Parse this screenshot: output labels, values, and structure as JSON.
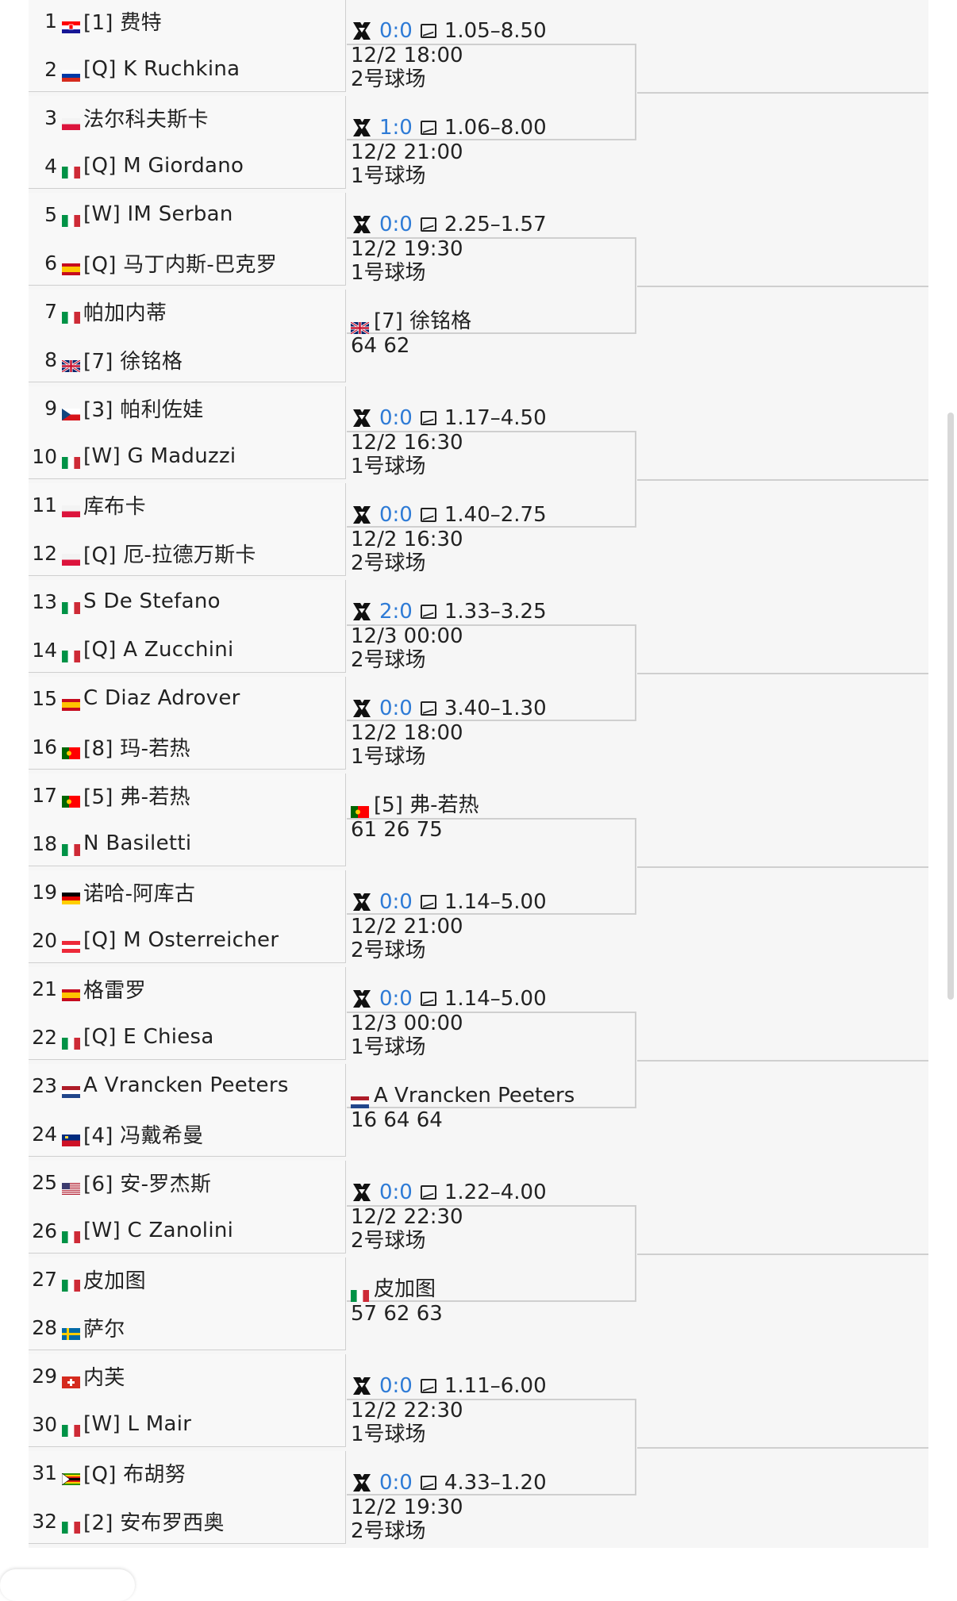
{
  "colors": {
    "score_blue": "#2e7bd6",
    "border": "#cfcfcf",
    "band": "#f6f6f6"
  },
  "players": [
    {
      "num": "1",
      "flag": "hr",
      "name": "[1] 费特"
    },
    {
      "num": "2",
      "flag": "ru",
      "name": "[Q] K Ruchkina"
    },
    {
      "num": "3",
      "flag": "pl",
      "name": "法尔科夫斯卡"
    },
    {
      "num": "4",
      "flag": "it",
      "name": "[Q] M Giordano"
    },
    {
      "num": "5",
      "flag": "it",
      "name": "[W] IM Serban"
    },
    {
      "num": "6",
      "flag": "es",
      "name": "[Q] 马丁内斯-巴克罗"
    },
    {
      "num": "7",
      "flag": "it",
      "name": "帕加内蒂"
    },
    {
      "num": "8",
      "flag": "gb",
      "name": "[7] 徐铭格"
    },
    {
      "num": "9",
      "flag": "cz",
      "name": "[3] 帕利佐娃"
    },
    {
      "num": "10",
      "flag": "it",
      "name": "[W] G Maduzzi"
    },
    {
      "num": "11",
      "flag": "pl",
      "name": "库布卡"
    },
    {
      "num": "12",
      "flag": "pl",
      "name": "[Q] 厄-拉德万斯卡"
    },
    {
      "num": "13",
      "flag": "it",
      "name": "S De Stefano"
    },
    {
      "num": "14",
      "flag": "it",
      "name": "[Q] A Zucchini"
    },
    {
      "num": "15",
      "flag": "es",
      "name": "C Diaz Adrover"
    },
    {
      "num": "16",
      "flag": "pt",
      "name": "[8] 玛-若热"
    },
    {
      "num": "17",
      "flag": "pt",
      "name": "[5] 弗-若热"
    },
    {
      "num": "18",
      "flag": "it",
      "name": "N Basiletti"
    },
    {
      "num": "19",
      "flag": "de",
      "name": "诺哈-阿库古"
    },
    {
      "num": "20",
      "flag": "at",
      "name": "[Q] M Osterreicher"
    },
    {
      "num": "21",
      "flag": "es",
      "name": "格雷罗"
    },
    {
      "num": "22",
      "flag": "it",
      "name": "[Q] E Chiesa"
    },
    {
      "num": "23",
      "flag": "nl",
      "name": "A Vrancken Peeters"
    },
    {
      "num": "24",
      "flag": "li",
      "name": "[4] 冯戴希曼"
    },
    {
      "num": "25",
      "flag": "us",
      "name": "[6] 安-罗杰斯"
    },
    {
      "num": "26",
      "flag": "it",
      "name": "[W] C Zanolini"
    },
    {
      "num": "27",
      "flag": "it",
      "name": "皮加图"
    },
    {
      "num": "28",
      "flag": "se",
      "name": "萨尔"
    },
    {
      "num": "29",
      "flag": "ch",
      "name": "内芙"
    },
    {
      "num": "30",
      "flag": "it",
      "name": "[W] L Mair"
    },
    {
      "num": "31",
      "flag": "zw",
      "name": "[Q] 布胡努"
    },
    {
      "num": "32",
      "flag": "it",
      "name": "[2] 安布罗西奥"
    }
  ],
  "results": [
    {
      "type": "odds",
      "score": "0:0",
      "odds": "1.05–8.50",
      "line2": "12/2 18:00",
      "line3": "2号球场"
    },
    {
      "type": "odds",
      "score": "1:0",
      "odds": "1.06–8.00",
      "line2": "12/2 21:00",
      "line3": "1号球场"
    },
    {
      "type": "odds",
      "score": "0:0",
      "odds": "2.25–1.57",
      "line2": "12/2 19:30",
      "line3": "1号球场"
    },
    {
      "type": "winner",
      "flag": "gb",
      "winner": "[7] 徐铭格",
      "line2": "64 62",
      "line3": ""
    },
    {
      "type": "odds",
      "score": "0:0",
      "odds": "1.17–4.50",
      "line2": "12/2 16:30",
      "line3": "1号球场"
    },
    {
      "type": "odds",
      "score": "0:0",
      "odds": "1.40–2.75",
      "line2": "12/2 16:30",
      "line3": "2号球场"
    },
    {
      "type": "odds",
      "score": "2:0",
      "odds": "1.33–3.25",
      "line2": "12/3 00:00",
      "line3": "2号球场"
    },
    {
      "type": "odds",
      "score": "0:0",
      "odds": "3.40–1.30",
      "line2": "12/2 18:00",
      "line3": "1号球场"
    },
    {
      "type": "winner",
      "flag": "pt",
      "winner": "[5] 弗-若热",
      "line2": "61 26 75",
      "line3": ""
    },
    {
      "type": "odds",
      "score": "0:0",
      "odds": "1.14–5.00",
      "line2": "12/2 21:00",
      "line3": "2号球场"
    },
    {
      "type": "odds",
      "score": "0:0",
      "odds": "1.14–5.00",
      "line2": "12/3 00:00",
      "line3": "1号球场"
    },
    {
      "type": "winner",
      "flag": "nl",
      "winner": " A Vrancken Peeters",
      "line2": "16 64 64",
      "line3": ""
    },
    {
      "type": "odds",
      "score": "0:0",
      "odds": "1.22–4.00",
      "line2": "12/2 22:30",
      "line3": "2号球场"
    },
    {
      "type": "winner",
      "flag": "it",
      "winner": " 皮加图",
      "line2": "57 62 63",
      "line3": ""
    },
    {
      "type": "odds",
      "score": "0:0",
      "odds": "1.11–6.00",
      "line2": "12/2 22:30",
      "line3": "1号球场"
    },
    {
      "type": "odds",
      "score": "0:0",
      "odds": "4.33–1.20",
      "line2": "12/2 19:30",
      "line3": "2号球场"
    }
  ]
}
